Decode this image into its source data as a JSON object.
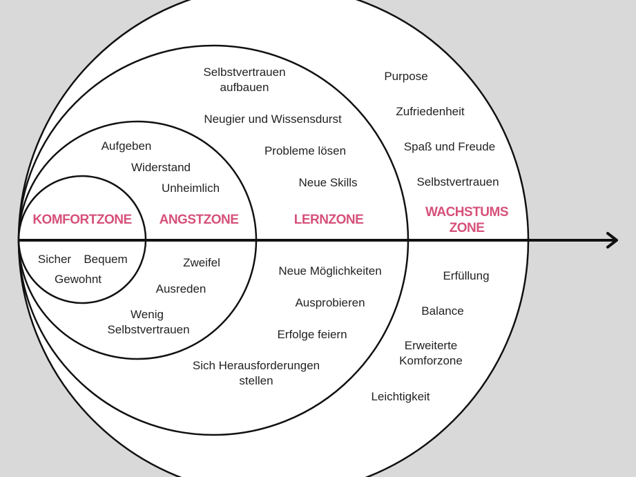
{
  "colors": {
    "background": "#d9d9d9",
    "zone_label": "#d6517a",
    "line": "#111111",
    "text": "#222222"
  },
  "zones": {
    "komfort": {
      "label": "KOMFORTZONE",
      "items": [
        "Sicher",
        "Bequem",
        "Gewohnt"
      ]
    },
    "angst": {
      "label": "ANGSTZONE",
      "items_top": [
        "Aufgeben",
        "Widerstand",
        "Unheimlich"
      ],
      "items_bottom": [
        "Zweifel",
        "Ausreden",
        "Wenig",
        "Selbstvertrauen"
      ]
    },
    "lern": {
      "label": "LERNZONE",
      "items_top": [
        "Selbstvertrauen",
        "aufbauen",
        "Neugier und Wissensdurst",
        "Probleme lösen",
        "Neue Skills"
      ],
      "items_bottom": [
        "Neue Möglichkeiten",
        "Ausprobieren",
        "Erfolge feiern",
        "Sich Herausforderungen",
        "stellen"
      ]
    },
    "wachstum": {
      "label_line1": "WACHSTUMS",
      "label_line2": "ZONE",
      "items_top": [
        "Purpose",
        "Zufriedenheit",
        "Spaß und Freude",
        "Selbstvertrauen"
      ],
      "items_bottom": [
        "Erfüllung",
        "Balance",
        "Erweiterte",
        "Komforzone",
        "Leichtigkeit"
      ]
    }
  }
}
